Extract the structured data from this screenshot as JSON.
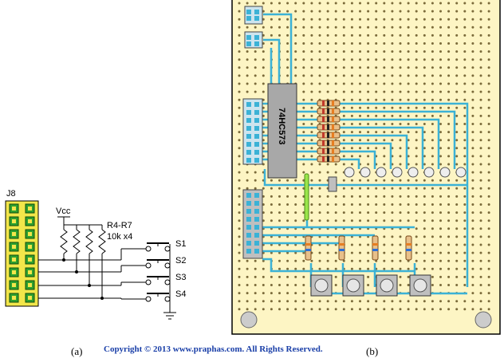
{
  "schematic": {
    "connector_label": "J8",
    "vcc_label": "Vcc",
    "resistor_label": "R4-R7",
    "resistor_value": "10k x4",
    "switches": [
      "S1",
      "S2",
      "S3",
      "S4"
    ],
    "colors": {
      "header_fill": "#f2e64a",
      "pin": "#2fa02f",
      "wire": "#000000"
    }
  },
  "board": {
    "chip_label": "74HC573",
    "colors": {
      "board": "#fdf5c4",
      "hole": "#7a6a3a",
      "trace": "#3bb2d6",
      "chip": "#a8a8a8",
      "jumper": "#9be64a"
    }
  },
  "captions": {
    "a": "(a)",
    "b": "(b)"
  },
  "copyright": "Copyright © 2013 www.praphas.com. All Rights Reserved."
}
